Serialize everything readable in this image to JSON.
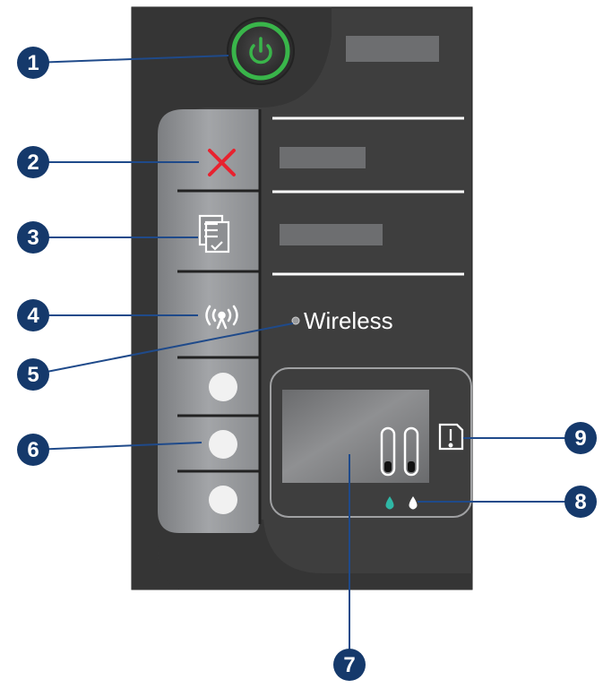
{
  "panel": {
    "wireless_label": "Wireless",
    "colors": {
      "panel": "#3e3e3e",
      "panel_dark": "#363636",
      "button_bar": "#8d8f92",
      "power_ring": "#39b54a",
      "cancel_x": "#e8222f",
      "callout_fill": "#15396b",
      "placeholder_box": "#6d6e70"
    },
    "icons": [
      "power-icon",
      "cancel-icon",
      "print-info-icon",
      "wireless-icon",
      "wireless-status-light",
      "attention-icon",
      "color-ink-drop-icon",
      "black-ink-drop-icon"
    ]
  },
  "callouts": [
    {
      "number": "1"
    },
    {
      "number": "2"
    },
    {
      "number": "3"
    },
    {
      "number": "4"
    },
    {
      "number": "5"
    },
    {
      "number": "6"
    },
    {
      "number": "7"
    },
    {
      "number": "8"
    },
    {
      "number": "9"
    }
  ]
}
